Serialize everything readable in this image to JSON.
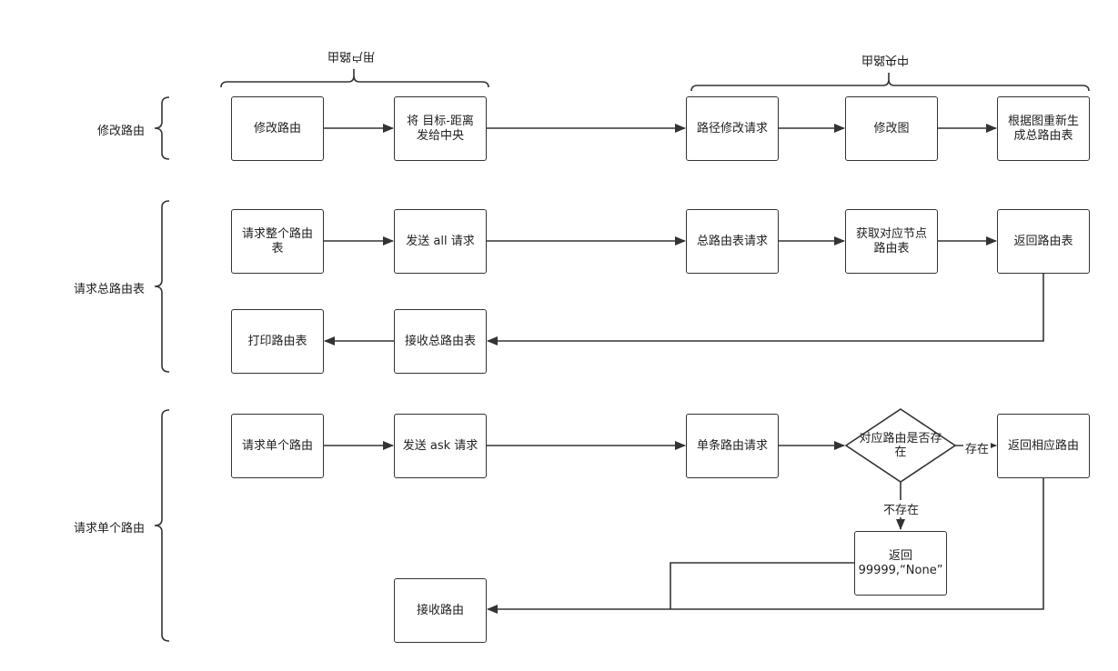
{
  "group_labels": {
    "client": "用户路由",
    "center": "中央路由"
  },
  "row_labels": {
    "modify": "修改路由",
    "request_all": "请求总路由表",
    "request_single": "请求单个路由"
  },
  "boxes": {
    "modify_route": "修改路由",
    "send_target_distance": "将 目标-距离 发给中央",
    "path_modify_request": "路径修改请求",
    "modify_graph": "修改图",
    "regenerate_table": "根据图重新生成总路由表",
    "request_whole_table": "请求整个路由表",
    "send_all": "发送 all 请求",
    "total_table_request": "总路由表请求",
    "get_node_table": "获取对应节点路由表",
    "return_table": "返回路由表",
    "print_table": "打印路由表",
    "receive_total_table": "接收总路由表",
    "request_single_route": "请求单个路由",
    "send_ask": "发送 ask 请求",
    "single_route_request": "单条路由请求",
    "return_corresponding_route": "返回相应路由",
    "return_none": "返回99999,“None”",
    "receive_route": "接收路由"
  },
  "decision": {
    "question": "对应路由是否存在",
    "yes": "存在",
    "no": "不存在"
  },
  "colors": {
    "stroke": "#333333",
    "background": "#ffffff"
  }
}
